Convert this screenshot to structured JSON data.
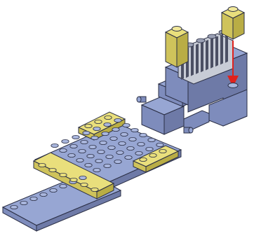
{
  "figure": {
    "kind": "lego-building-instruction-step",
    "action": "place-1x1-yellow-brick-on-highlighted-stud",
    "colors": {
      "blue_top": "#97a6d3",
      "blue_left": "#7e8cbc",
      "blue_right": "#6e7aa7",
      "stud_top": "#a9b6dd",
      "yellow_top": "#e9df7c",
      "yellow_left": "#cfc35b",
      "yellow_right": "#b9ad45",
      "grille_dark": "#4b4f63",
      "grille_light": "#c8ccd6",
      "arrow": "#e0221d",
      "outline": "#2b2f45"
    },
    "parts": [
      {
        "id": "long-plate",
        "color": "blue"
      },
      {
        "id": "base-plate",
        "color": "blue"
      },
      {
        "id": "yellow-tiles",
        "color": "yellow",
        "count": 4
      },
      {
        "id": "connector-bricks",
        "color": "blue"
      },
      {
        "id": "grille-panel",
        "color": "grille"
      },
      {
        "id": "yellow-post",
        "color": "yellow"
      },
      {
        "id": "new-yellow-brick",
        "color": "yellow"
      }
    ]
  }
}
